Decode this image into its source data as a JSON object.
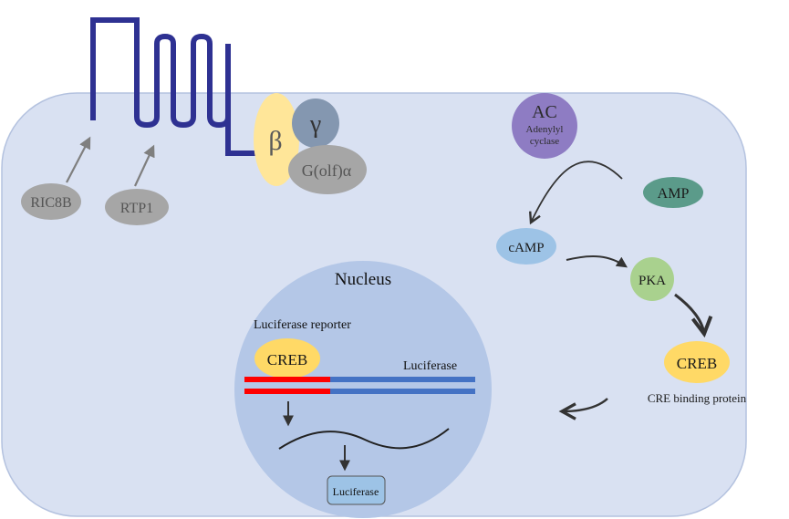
{
  "receptor": {
    "g_beta": "β",
    "g_gamma": "γ",
    "g_alpha": "G(olf)α"
  },
  "chaperones": {
    "ric8b": "RIC8B",
    "rtp1": "RTP1"
  },
  "pathway": {
    "ac_abbr": "AC",
    "ac_name_line1": "Adenylyl",
    "ac_name_line2": "cyclase",
    "amp": "AMP",
    "camp": "cAMP",
    "pka": "PKA",
    "creb": "CREB",
    "creb_desc": "CRE binding protein"
  },
  "nucleus": {
    "title": "Nucleus",
    "reporter_label": "Luciferase reporter",
    "creb": "CREB",
    "gene_label": "Luciferase",
    "product": "Luciferase"
  },
  "colors": {
    "cell": "#d9e1f2",
    "cell_border": "#b4c2df",
    "nucleus": "#b4c7e7",
    "receptor": "#2e3192",
    "beta": "#ffe699",
    "gamma": "#8497b0",
    "alpha": "#a6a6a6",
    "ac": "#8e7cc3",
    "amp": "#5b9b8a",
    "camp": "#9dc3e6",
    "pka": "#a9d18e",
    "creb": "#ffd966",
    "cre_strand": "#ff0000",
    "dna_strand": "#4472c4",
    "chaperone": "#a6a6a6"
  }
}
